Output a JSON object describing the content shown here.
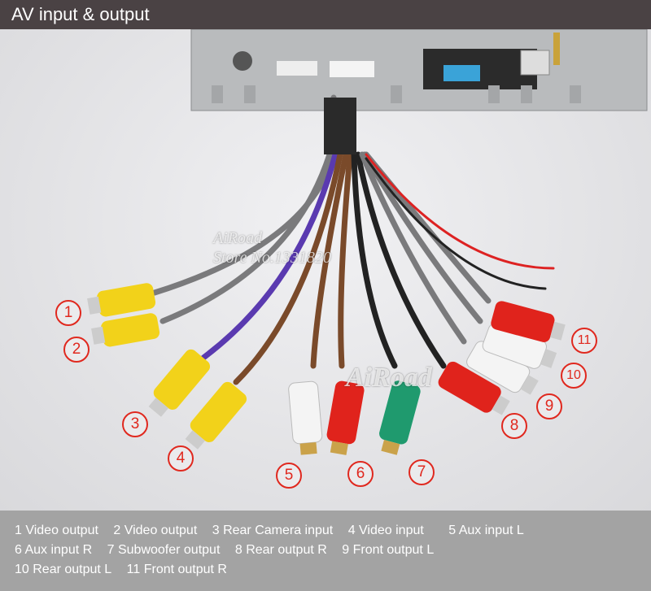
{
  "header": {
    "title": "AV input & output"
  },
  "watermarks": {
    "brand": "AiRoad",
    "store": "Store No.1331820",
    "center": "AiRoad"
  },
  "connectors": [
    {
      "number": "1",
      "color": "#f2d21a"
    },
    {
      "number": "2",
      "color": "#f2d21a"
    },
    {
      "number": "3",
      "color": "#f2d21a"
    },
    {
      "number": "4",
      "color": "#f2d21a"
    },
    {
      "number": "5",
      "color": "#f4f4f4"
    },
    {
      "number": "6",
      "color": "#e0231c"
    },
    {
      "number": "7",
      "color": "#1f9a6e"
    },
    {
      "number": "8",
      "color": "#e0231c"
    },
    {
      "number": "9",
      "color": "#f4f4f4"
    },
    {
      "number": "10",
      "color": "#f4f4f4"
    },
    {
      "number": "11",
      "color": "#e0231c"
    }
  ],
  "legend": {
    "row1": [
      "1 Video output",
      "2 Video output",
      "3 Rear Camera input",
      "4 Video input",
      "5 Aux input L"
    ],
    "row2": [
      "6 Aux input R",
      "7 Subwoofer output",
      "8 Rear output R",
      "9 Front output L"
    ],
    "row3": [
      "10 Rear output L",
      "11 Front output R"
    ]
  }
}
